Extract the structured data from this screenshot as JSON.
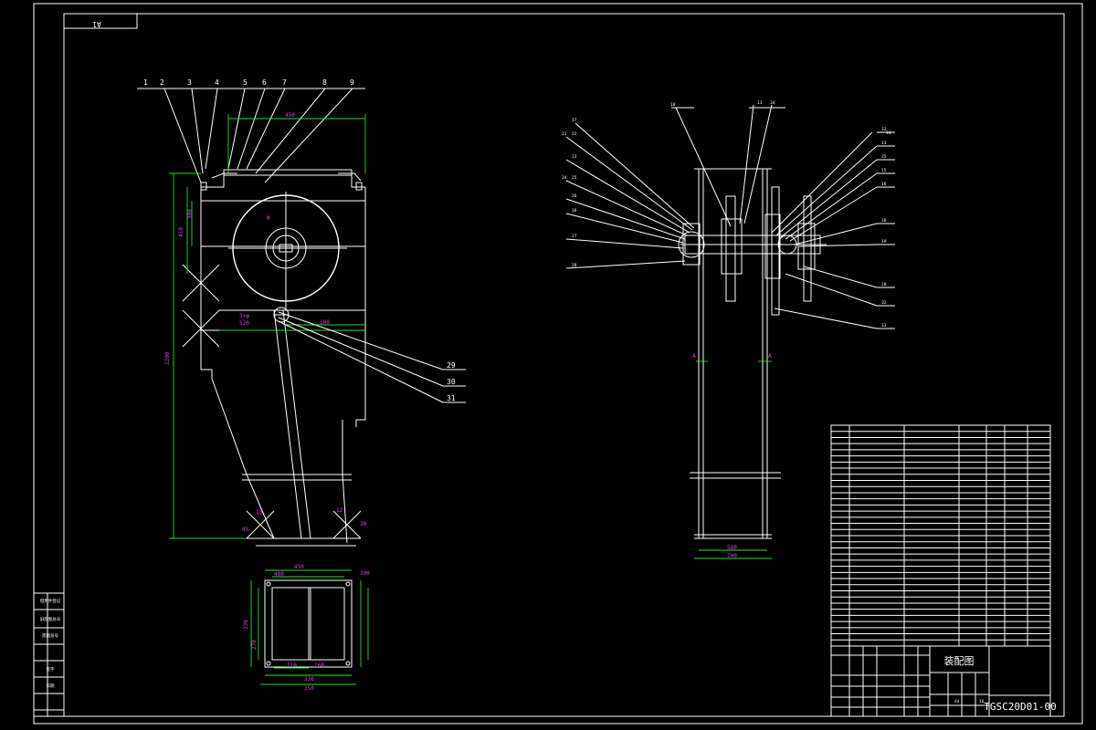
{
  "sheet": {
    "size_label": "A1",
    "drawing_title": "装配图",
    "drawing_number": "TGSC20D01-00",
    "scale_values": [
      "44",
      "16"
    ]
  },
  "left_view": {
    "part_callouts": [
      "1",
      "2",
      "3",
      "4",
      "5",
      "6",
      "7",
      "8",
      "9",
      "29",
      "30",
      "31"
    ],
    "dimensions": [
      "450",
      "2200",
      "410",
      "380",
      "100",
      "3×φ",
      "520",
      "15",
      "12",
      "45",
      "30"
    ]
  },
  "right_view": {
    "part_callouts": [
      "10",
      "11",
      "34",
      "12",
      "13",
      "14",
      "35",
      "15",
      "16",
      "17",
      "21",
      "22",
      "23",
      "24",
      "25",
      "26",
      "36",
      "27",
      "28",
      "18",
      "19",
      "20",
      "32",
      "33"
    ],
    "dimensions": [
      "560",
      "700",
      "A",
      "A"
    ]
  },
  "bottom_view": {
    "dimensions": [
      "450",
      "400",
      "390",
      "336",
      "270",
      "110",
      "160",
      "336",
      "350"
    ]
  },
  "left_strip": {
    "labels": [
      "借用件登记",
      "旧底图总号",
      "底图总号",
      "签字",
      "日期"
    ]
  }
}
